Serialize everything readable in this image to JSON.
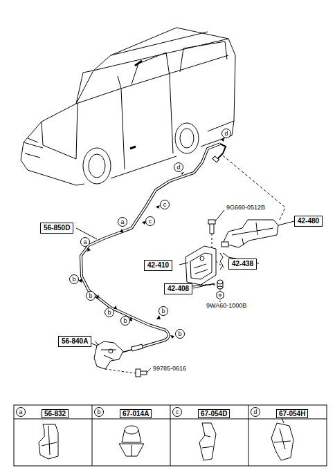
{
  "diagram": {
    "nodes": [
      {
        "text": [
          "d"
        ]
      },
      {
        "text": [
          "d"
        ]
      },
      {
        "text": [
          "c"
        ]
      },
      {
        "text": [
          "42-480"
        ]
      },
      {
        "text": [
          "c"
        ]
      },
      {
        "text": [
          "a"
        ]
      },
      {
        "text": [
          "56-850D"
        ]
      },
      {
        "text": [
          "a"
        ]
      },
      {
        "text": [
          "42-438"
        ]
      },
      {
        "text": [
          "42-410"
        ]
      },
      {
        "text": [
          "b"
        ]
      },
      {
        "text": [
          "42-408"
        ]
      },
      {
        "text": [
          "b"
        ]
      },
      {
        "text": [
          "b"
        ]
      },
      {
        "text": [
          "b"
        ]
      },
      {
        "text": [
          "b"
        ]
      },
      {
        "text": [
          "b"
        ]
      },
      {
        "text": [
          "56-840A"
        ]
      },
      {
        "text": [
          "a"
        ]
      },
      {
        "text": [
          "b"
        ]
      },
      {
        "text": [
          "c"
        ]
      },
      {
        "text": [
          "d"
        ]
      }
    ],
    "edges": [],
    "labels": [
      "9G660-0512B",
      "9WA60-1000B",
      "99785-0616",
      "56-832",
      "67-014A",
      "67-054D",
      "67-054H"
    ]
  }
}
